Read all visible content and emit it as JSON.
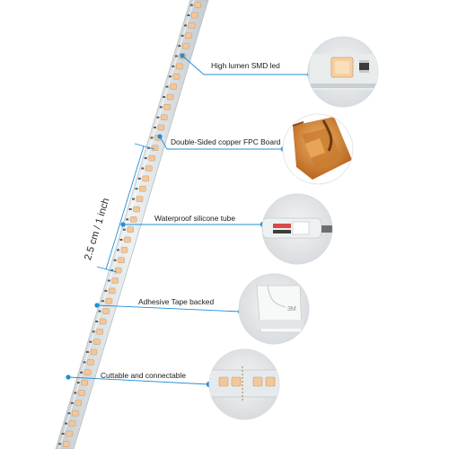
{
  "image": {
    "description_labels": [
      {
        "id": "smd",
        "text": "High lumen SMD led"
      },
      {
        "id": "fpc",
        "text": "Double-Sided copper FPC Board"
      },
      {
        "id": "tube",
        "text": "Waterproof silicone tube"
      },
      {
        "id": "tape",
        "text": "Adhesive Tape backed"
      },
      {
        "id": "cut",
        "text": "Cuttable and connectable"
      }
    ],
    "dimension_label": "2.5 cm / 1 inch"
  },
  "colors": {
    "accent": "#1e8fd6",
    "led": "#f2c79a",
    "strip": "#dde3e6",
    "copper": "#d68a36"
  }
}
